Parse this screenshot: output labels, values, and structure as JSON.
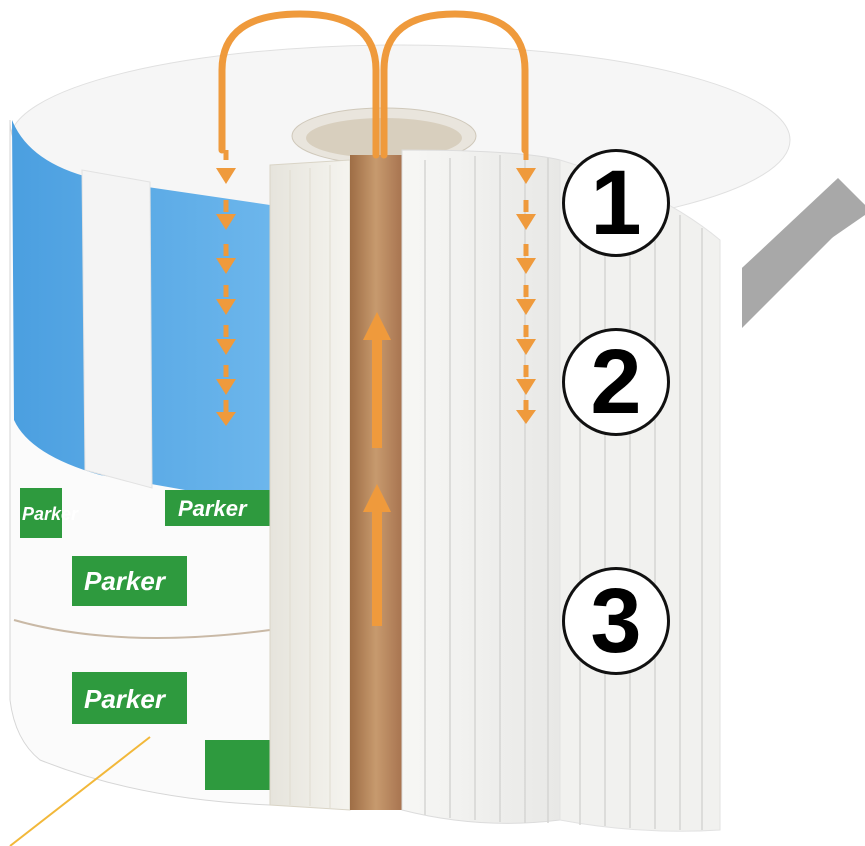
{
  "image": {
    "subject": "cutaway-filter-element",
    "step_labels": [
      "1",
      "2",
      "3"
    ],
    "brand_wordmark": "Parker",
    "colors": {
      "flow_arrows": "#ef9a3c",
      "media_blue": "#5aa9e6",
      "brand_green": "#2e9a3e",
      "core_tube": "#b8875c",
      "pleats": "#f4f4f2",
      "gray_bar": "#a8a8a8",
      "leader_line": "#f2b83a"
    },
    "icons": [
      "arrow-loop-icon",
      "arrow-down-dashed-icon",
      "arrow-up-icon"
    ]
  }
}
